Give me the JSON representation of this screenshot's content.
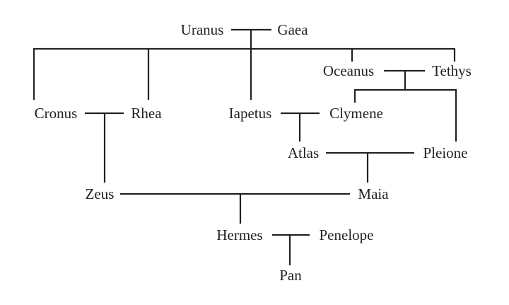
{
  "title": "Family tree of Hermes",
  "people": {
    "uranus": "Uranus",
    "gaea": "Gaea",
    "oceanus": "Oceanus",
    "tethys": "Tethys",
    "cronus": "Cronus",
    "rhea": "Rhea",
    "iapetus": "Iapetus",
    "clymene": "Clymene",
    "atlas": "Atlas",
    "pleione": "Pleione",
    "zeus": "Zeus",
    "maia": "Maia",
    "hermes": "Hermes",
    "penelope": "Penelope",
    "pan": "Pan"
  }
}
